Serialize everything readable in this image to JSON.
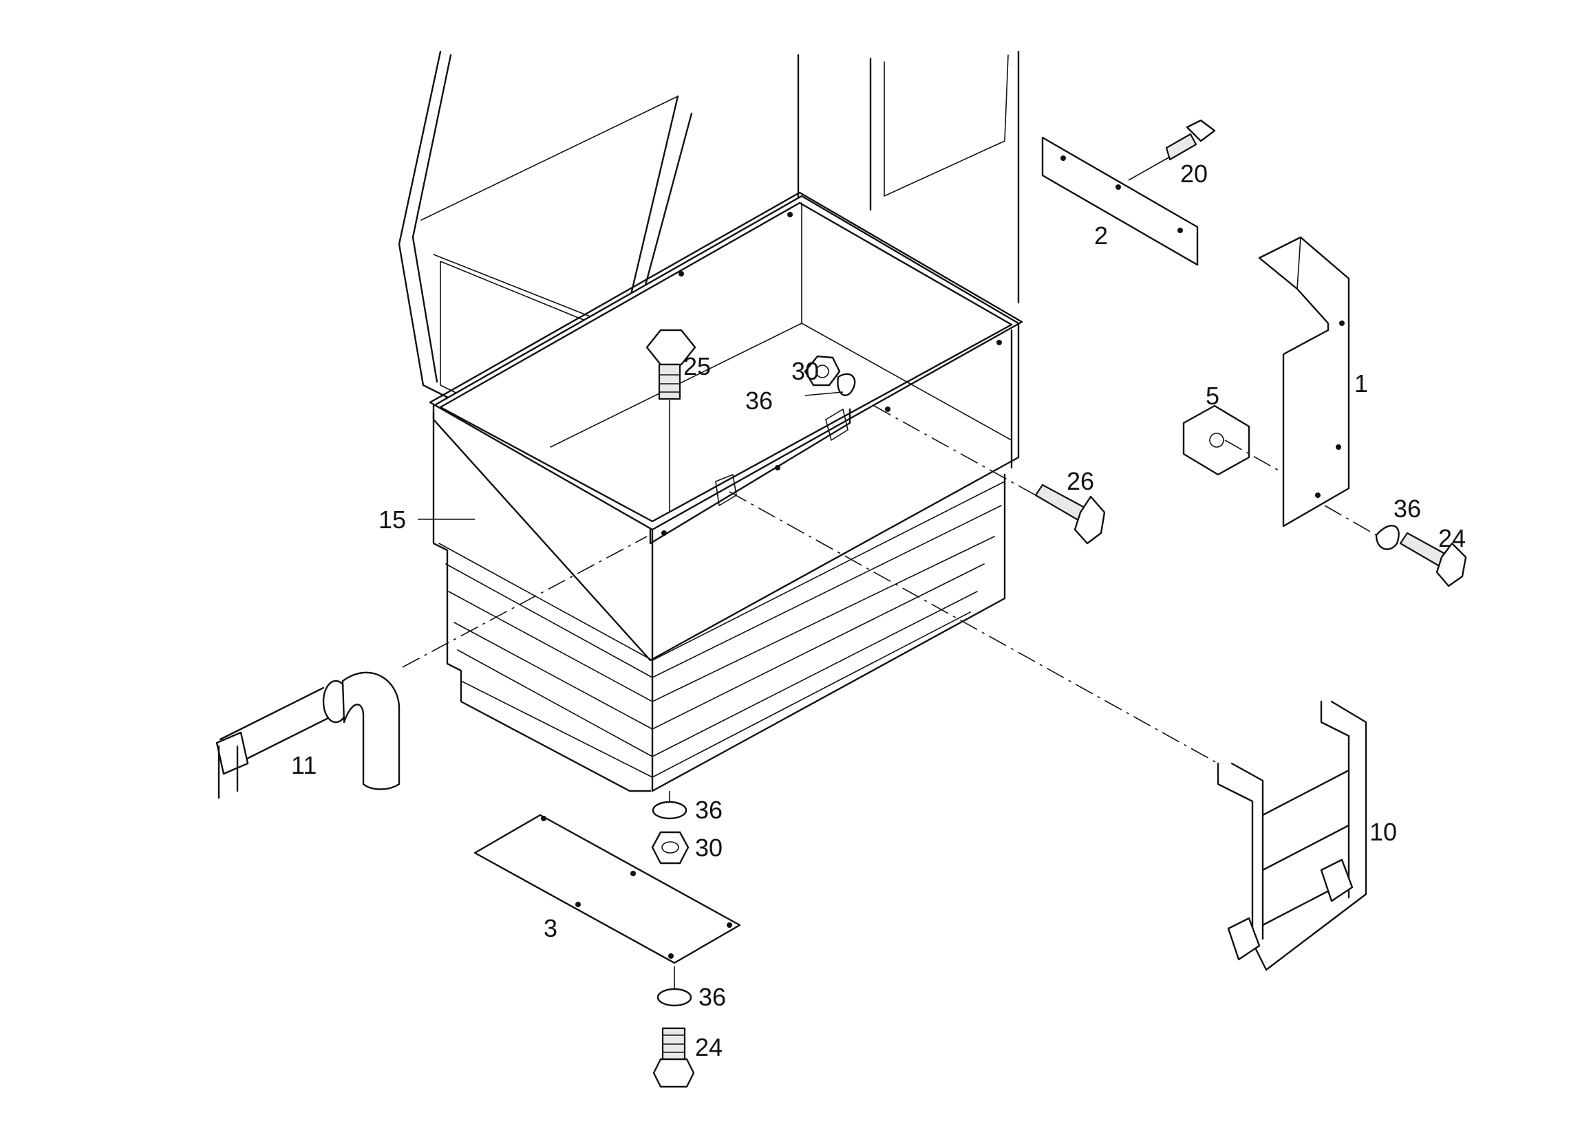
{
  "diagram": {
    "type": "exploded-parts-view",
    "callouts": {
      "p1": "1",
      "p2": "2",
      "p3": "3",
      "p5": "5",
      "p10": "10",
      "p11": "11",
      "p15": "15",
      "p20": "20",
      "p24a": "24",
      "p24b": "24",
      "p25": "25",
      "p26": "26",
      "p30a": "30",
      "p30b": "30",
      "p36a": "36",
      "p36b": "36",
      "p36c": "36",
      "p36d": "36"
    }
  }
}
